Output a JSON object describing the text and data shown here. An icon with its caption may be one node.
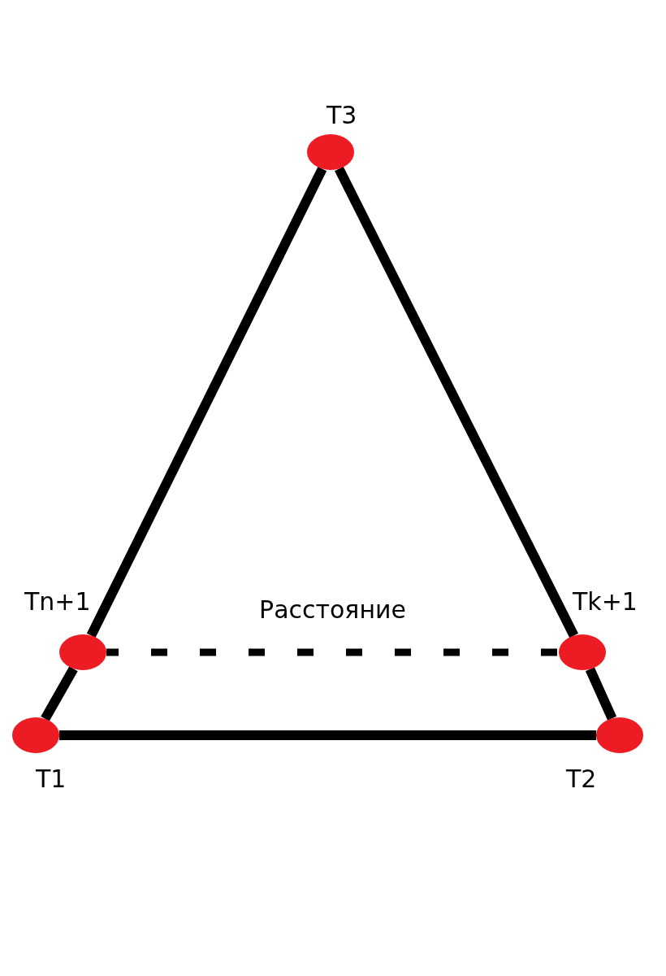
{
  "diagram": {
    "nodes": [
      {
        "text": [
          "T3"
        ]
      },
      {
        "text": [
          "Tn+1"
        ]
      },
      {
        "text": [
          "Tk+1"
        ]
      },
      {
        "text": [
          "T1"
        ]
      },
      {
        "text": [
          "T2"
        ]
      }
    ],
    "edges": [
      {
        "from": 3,
        "to": 1,
        "arrow": "none"
      },
      {
        "from": 1,
        "to": 0,
        "arrow": "none"
      },
      {
        "from": 0,
        "to": 2,
        "arrow": "none"
      },
      {
        "from": 2,
        "to": 4,
        "arrow": "none"
      },
      {
        "from": 3,
        "to": 4,
        "arrow": "none"
      },
      {
        "from": 1,
        "to": 2,
        "arrow": "none",
        "style": "dashed",
        "label": "Расстояние"
      }
    ]
  }
}
